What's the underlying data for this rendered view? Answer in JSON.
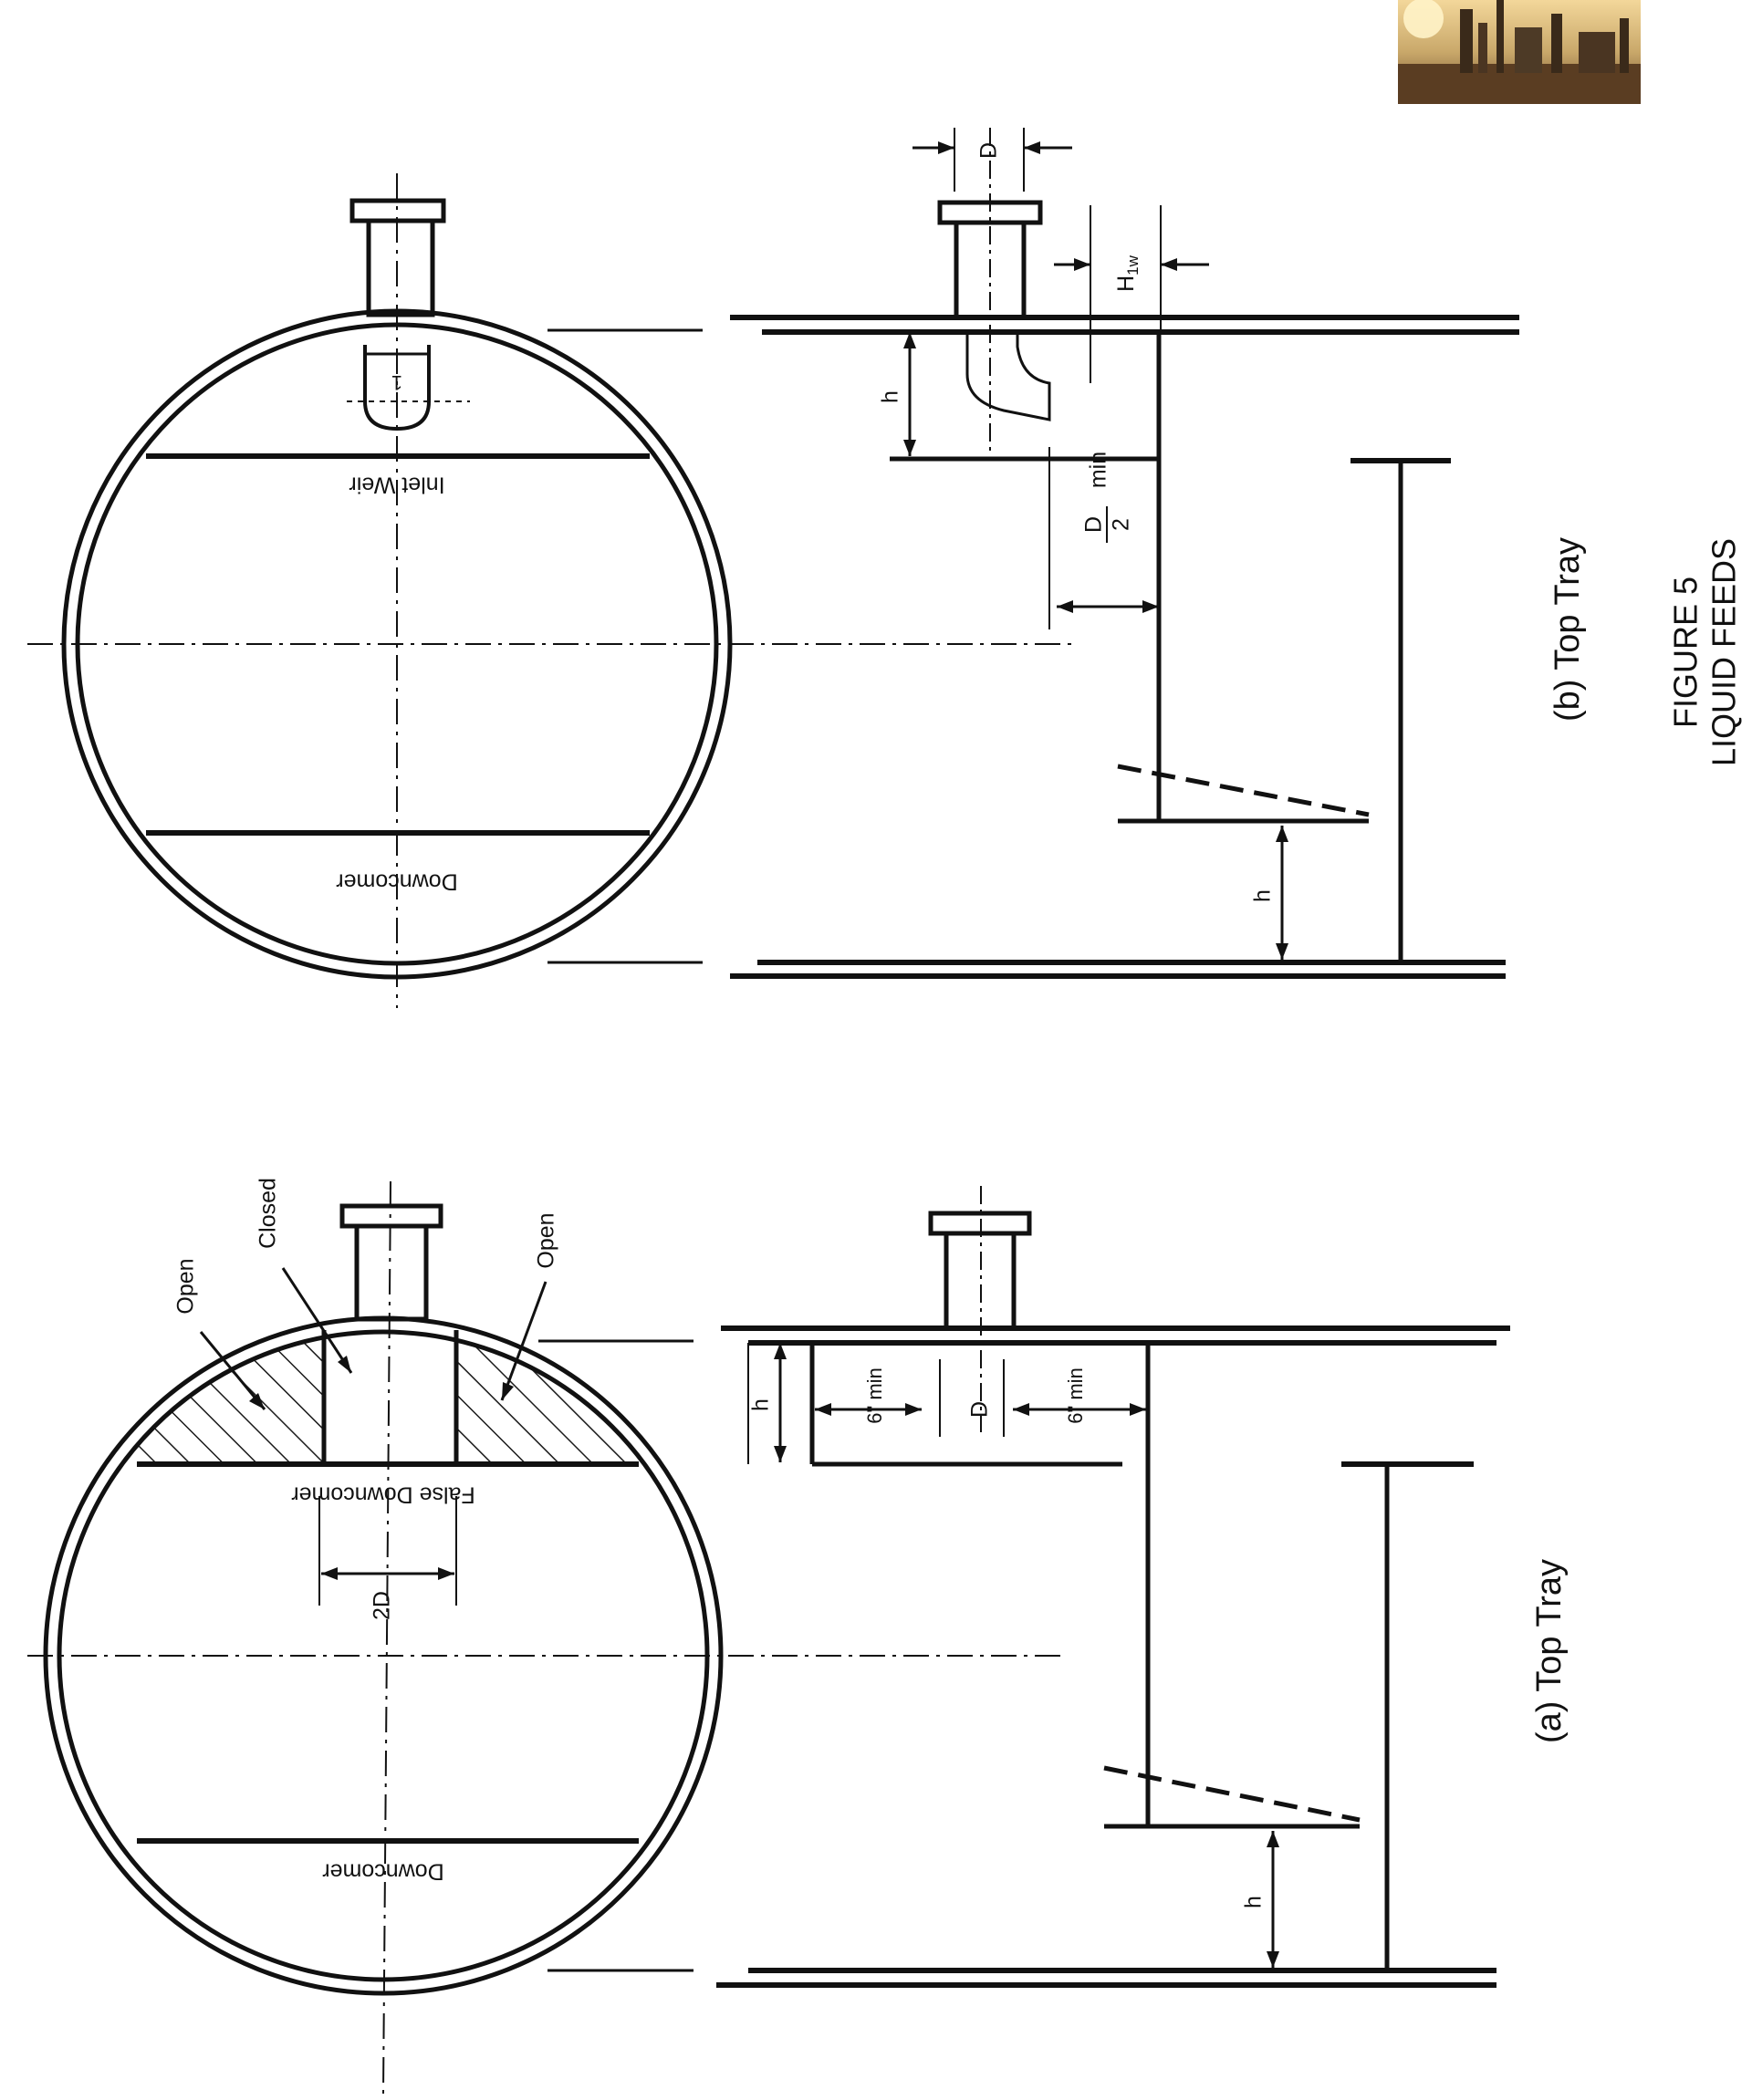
{
  "figure": {
    "number": "FIGURE 5",
    "title": "LIQUID FEEDS"
  },
  "panels": [
    {
      "caption": "(a) Top Tray",
      "labels": {
        "downcomer": "Downcomer",
        "false_downcomer": "False Downcomer",
        "open_left": "Open",
        "closed": "Closed",
        "open_right": "Open",
        "width_2d": "2D",
        "height_h": "h",
        "six_min_left": "6\" min",
        "diameter_d": "D",
        "six_min_right": "6\" min",
        "height_h_lower": "h"
      }
    },
    {
      "caption": "(b) Top Tray",
      "labels": {
        "inlet_weir": "Inlet Weir",
        "downcomer": "Downcomer",
        "diameter_d": "D",
        "weir_height": "H",
        "weir_height_sub": "1w",
        "height_h": "h",
        "d_over_2_num": "D",
        "d_over_2_den": "2",
        "d_over_2_min": "min",
        "height_h_lower": "h"
      }
    }
  ],
  "colors": {
    "ink": "#111111",
    "hatch": "#1a1a1a",
    "background": "#ffffff",
    "thumb_sky": "#c9a86a",
    "thumb_ground": "#6b4a2a"
  },
  "icons": {
    "thumbnail": "refinery-photo-icon"
  }
}
